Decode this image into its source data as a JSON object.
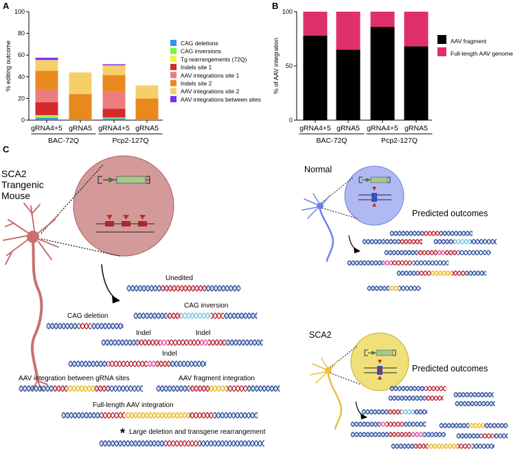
{
  "panel_letters": {
    "a": "A",
    "b": "B",
    "c": "C"
  },
  "chart_data": [
    {
      "type": "bar",
      "stacked": true,
      "ylabel": "% editing outcome",
      "ylim": [
        0,
        100
      ],
      "yticks": [
        0,
        20,
        40,
        60,
        80,
        100
      ],
      "categories": [
        "gRNA4+5",
        "gRNA5",
        "gRNA4+5",
        "gRNA5"
      ],
      "groups": [
        "BAC-72Q",
        "Pcp2-127Q"
      ],
      "legend_position": "right",
      "series": [
        {
          "name": "CAG deletions",
          "color": "#3b8df5",
          "values": [
            2,
            0,
            1.5,
            0
          ]
        },
        {
          "name": "CAG inversions",
          "color": "#7cf53b",
          "values": [
            1.5,
            0,
            1,
            0
          ]
        },
        {
          "name": "Tg rearrangements (72Q)",
          "color": "#f5f23b",
          "values": [
            1,
            0,
            0,
            0
          ]
        },
        {
          "name": "Indels site 1",
          "color": "#d42a2a",
          "values": [
            12,
            0,
            8,
            0
          ]
        },
        {
          "name": "AAV integrations site 1",
          "color": "#ec7d7d",
          "values": [
            12,
            0,
            16,
            0
          ]
        },
        {
          "name": "Indels site 2",
          "color": "#e8891e",
          "values": [
            17,
            24,
            15,
            20
          ]
        },
        {
          "name": "AAV integrations site 2",
          "color": "#f5d06a",
          "values": [
            10,
            20,
            9,
            12
          ]
        },
        {
          "name": "AAV integrations between sites",
          "color": "#7a2af5",
          "values": [
            2,
            0,
            1,
            0
          ]
        }
      ]
    },
    {
      "type": "bar",
      "stacked": true,
      "ylabel": "% of AAV integration",
      "ylim": [
        0,
        100
      ],
      "yticks": [
        0,
        50,
        100
      ],
      "categories": [
        "gRNA4+5",
        "gRNA5",
        "gRNA4+5",
        "gRNA5"
      ],
      "groups": [
        "BAC-72Q",
        "Pcp2-127Q"
      ],
      "legend_position": "right",
      "series": [
        {
          "name": "AAV fragment",
          "color": "#000000",
          "values": [
            78,
            65,
            86,
            68
          ]
        },
        {
          "name": "Full-length AAV genome",
          "color": "#e0306a",
          "values": [
            22,
            35,
            14,
            32
          ]
        }
      ]
    }
  ],
  "diagram": {
    "mouse_title": [
      "SCA2",
      "Trangenic",
      "Mouse"
    ],
    "normal_label": "Normal",
    "sca2_label": "SCA2",
    "predicted_1": "Predicted outcomes",
    "predicted_2": "Predicted outcomes",
    "unedited": "Unedited",
    "cag_inversion": "CAG inversion",
    "cag_deletion": "CAG deletion",
    "indel_a": "Indel",
    "indel_b": "Indel",
    "indel_c": "Indel",
    "aav_between": "AAV integration between gRNA sites",
    "aav_fragment": "AAV fragment integration",
    "full_length": "Full-length AAV integration",
    "star": "*",
    "large_deletion": "Large deletion and transgene rearrangement"
  },
  "colors": {
    "dna_blue": "#2a4d9c",
    "dna_red": "#b52230",
    "dna_cyan": "#6ec6e0",
    "dna_pink": "#e04aa8",
    "dna_yellow": "#e8b820",
    "mouse_neuron": "#c96f6f",
    "normal_neuron": "#6f7fe8",
    "sca2_neuron": "#e8c03a"
  }
}
